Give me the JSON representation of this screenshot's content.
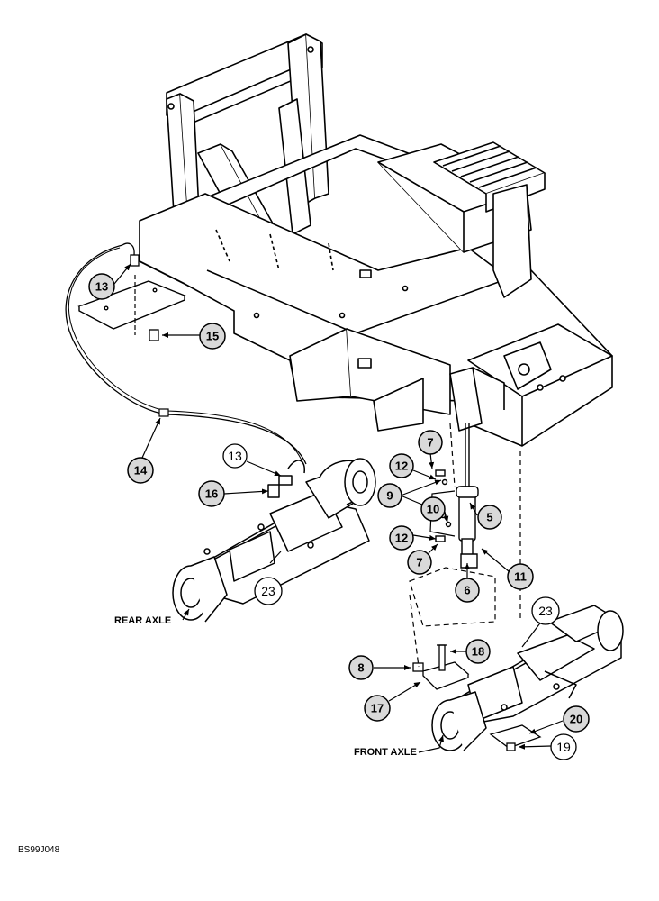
{
  "drawing_code": "BS99J048",
  "rear_axle_label": "REAR AXLE",
  "front_axle_label": "FRONT AXLE",
  "callouts": {
    "c13a": "13",
    "c15": "15",
    "c14": "14",
    "c13b": "13",
    "c16": "16",
    "c23a": "23",
    "c7a": "7",
    "c12a": "12",
    "c9": "9",
    "c10": "10",
    "c5": "5",
    "c12b": "12",
    "c7b": "7",
    "c11": "11",
    "c6": "6",
    "c23b": "23",
    "c18": "18",
    "c8": "8",
    "c17": "17",
    "c20": "20",
    "c19": "19"
  }
}
